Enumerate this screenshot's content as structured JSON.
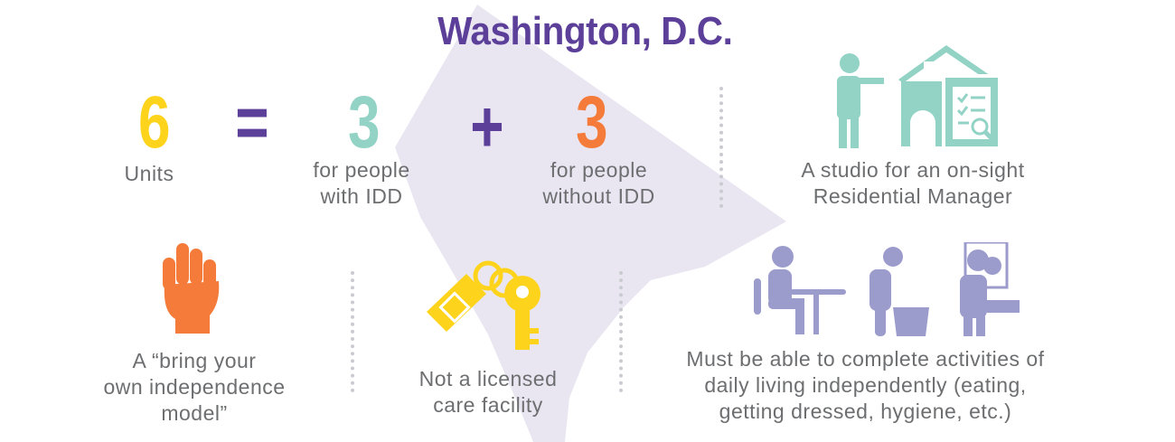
{
  "title": "Washington, D.C.",
  "equation": {
    "total": {
      "value": "6",
      "label": "Units"
    },
    "equals": "=",
    "plus": "+",
    "with_idd": {
      "value": "3",
      "label_line1": "for people",
      "label_line2": "with IDD"
    },
    "without_idd": {
      "value": "3",
      "label_line1": "for people",
      "label_line2": "without IDD"
    }
  },
  "features": {
    "manager": {
      "line1": "A studio for an on-sight",
      "line2": "Residential Manager"
    },
    "independence": {
      "line1": "A “bring your",
      "line2": "own independence",
      "line3": "model”"
    },
    "licensing": {
      "line1": "Not a licensed",
      "line2": "care facility"
    },
    "daily_living": {
      "line1": "Must be able to complete activities of",
      "line2": "daily living independently (eating,",
      "line3": "getting dressed, hygiene, etc.)"
    }
  },
  "colors": {
    "purple": "#5b3f99",
    "yellow": "#fdd31c",
    "teal": "#92d3c6",
    "orange": "#f47b3a",
    "map": "#e9e6f2",
    "icon_purple": "#9b9bcc"
  }
}
